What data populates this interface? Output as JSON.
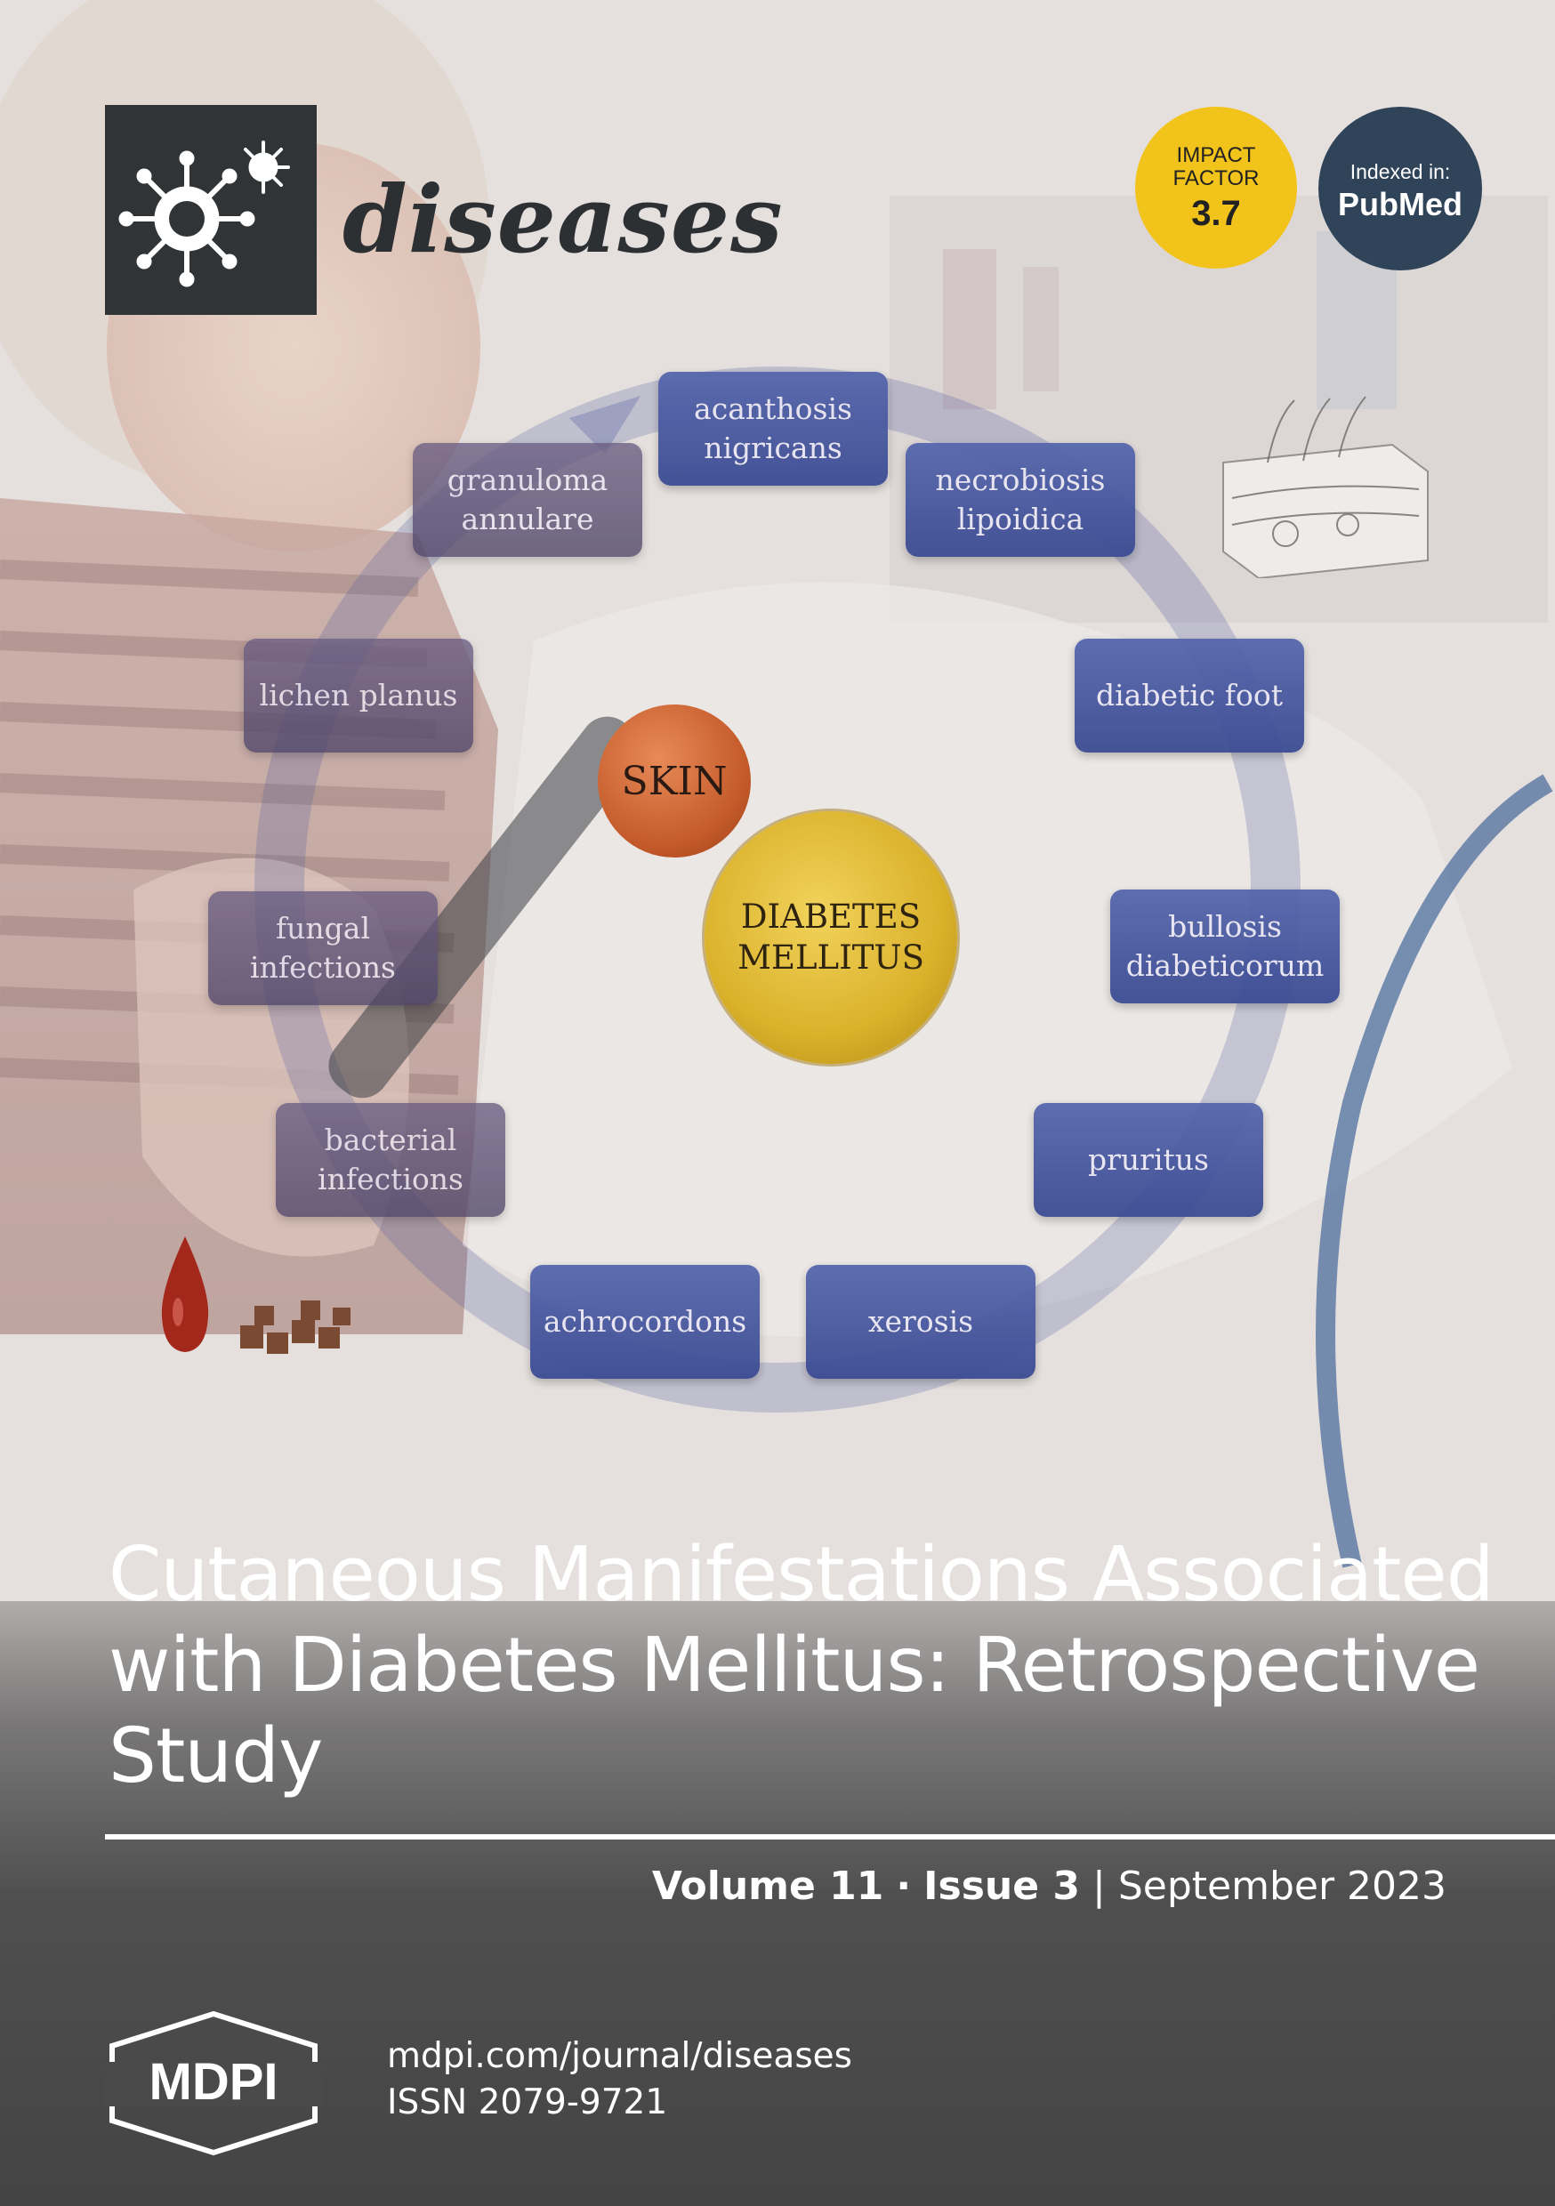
{
  "journal": {
    "name": "diseases"
  },
  "badges": {
    "impact_line1": "IMPACT",
    "impact_line2": "FACTOR",
    "impact_value": "3.7",
    "indexed_line1": "Indexed in:",
    "indexed_line2": "PubMed"
  },
  "diagram": {
    "center_top": "SKIN",
    "center_main_line1": "DIABETES",
    "center_main_line2": "MELLITUS",
    "terms": [
      [
        "acanthosis",
        "nigricans"
      ],
      [
        "necrobiosis",
        "lipoidica"
      ],
      [
        "diabetic foot"
      ],
      [
        "bullosis",
        "diabeticorum"
      ],
      [
        "pruritus"
      ],
      [
        "xerosis"
      ],
      [
        "achrocordons"
      ],
      [
        "bacterial",
        "infections"
      ],
      [
        "fungal",
        "infections"
      ],
      [
        "lichen planus"
      ],
      [
        "granuloma",
        "annulare"
      ]
    ]
  },
  "article": {
    "title_line1": "Cutaneous Manifestations Associated",
    "title_line2": "with Diabetes Mellitus: Retrospective",
    "title_line3": "Study"
  },
  "issue": {
    "volume": "Volume 11",
    "separator": "·",
    "issue": "Issue 3",
    "divider": "|",
    "date": "September 2023"
  },
  "publisher": {
    "logo_text": "MDPI",
    "url": "mdpi.com/journal/diseases",
    "issn": "ISSN 2079-9721"
  },
  "colors": {
    "impact_badge": "#f2c31a",
    "pubmed_badge": "#2f4359",
    "brand_box": "#313436",
    "term_blue": "#4555a0",
    "term_purple": "#5e5276",
    "skin_circle": "#d06a38",
    "dm_circle": "#e2bd36"
  }
}
